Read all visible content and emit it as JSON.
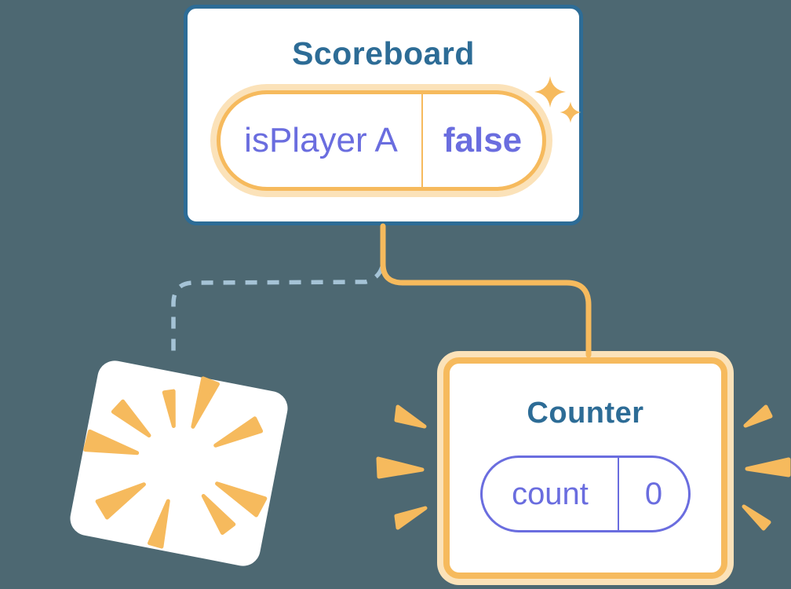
{
  "background": "#4D6872",
  "palette": {
    "card_bg": "#FFFFFF",
    "blue_border": "#2D6C96",
    "title_blue": "#2D6C96",
    "orange": "#F6BA5D",
    "orange_glow": "#FBE2B9",
    "purple": "#6A6DDF",
    "dashed_line_blue": "#A5C3D6"
  },
  "scoreboard": {
    "title": "Scoreboard",
    "state": {
      "name": "isPlayer A",
      "value": "false"
    }
  },
  "counter": {
    "title": "Counter",
    "state": {
      "name": "count",
      "value": "0"
    }
  },
  "icons": [
    "sparkles-icon",
    "poof-disappear-icon",
    "emphasis-rays-left-icon",
    "emphasis-rays-right-icon"
  ]
}
